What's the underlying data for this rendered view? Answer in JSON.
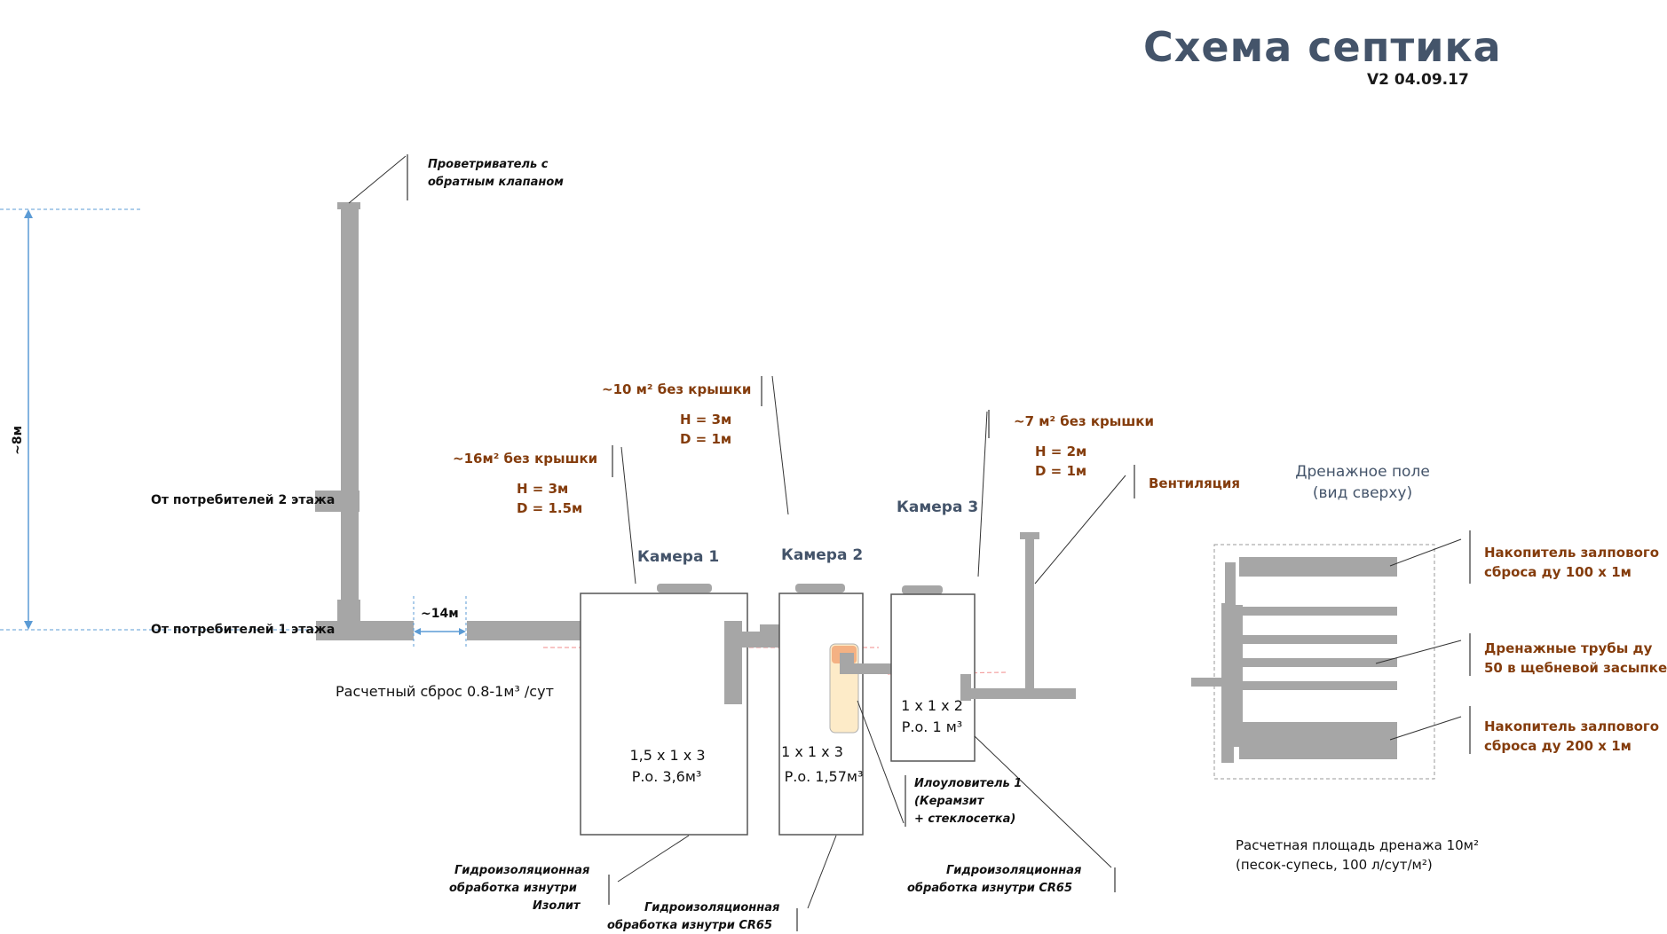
{
  "header": {
    "title": "Схема септика",
    "version": "V2 04.09.17"
  },
  "vent_riser": {
    "label_line1": "Проветриватель с",
    "label_line2": "обратным клапаном",
    "height_label": "~8м"
  },
  "inlets": {
    "floor2": "От потребителей 2 этажа",
    "floor1": "От потребителей 1 этажа",
    "pipe_length": "~14м",
    "flow_rate": "Расчетный сброс 0.8-1м³ /сут"
  },
  "chambers": [
    {
      "name": "Камера 1",
      "area_note": "~16м² без крышки",
      "h": "H = 3м",
      "d": "D = 1.5м",
      "dims": "1,5 x 1 x 3",
      "volume": "Р.о. 3,6м³",
      "coating_line1": "Гидроизоляционная",
      "coating_line2": "обработка изнутри",
      "coating_line3": "Изолит"
    },
    {
      "name": "Камера 2",
      "area_note": "~10 м² без крышки",
      "h": "H = 3м",
      "d": "D = 1м",
      "dims": "1 x 1 x 3",
      "volume": "Р.о. 1,57м³",
      "coating_line1": "Гидроизоляционная",
      "coating_line2": "обработка изнутри CR65",
      "sludge_line1": "Илоуловитель 1",
      "sludge_line2": "(Керамзит",
      "sludge_line3": "+ стеклосетка)"
    },
    {
      "name": "Камера 3",
      "area_note": "~7 м² без крышки",
      "h": "H = 2м",
      "d": "D = 1м",
      "dims": "1 x 1 x 2",
      "volume": "Р.о. 1 м³",
      "coating_line1": "Гидроизоляционная",
      "coating_line2": "обработка изнутри CR65",
      "ventilation": "Вентиляция"
    }
  ],
  "drain_field": {
    "title_line1": "Дренажное поле",
    "title_line2": "(вид сверху)",
    "top_store_line1": "Накопитель залпового",
    "top_store_line2": "сброса ду 100 х 1м",
    "pipes_line1": "Дренажные трубы ду",
    "pipes_line2": "50 в щебневой засыпке",
    "bottom_store_line1": "Накопитель залпового",
    "bottom_store_line2": "сброса ду 200 х 1м",
    "area_line1": "Расчетная площадь дренажа 10м²",
    "area_line2": "(песок-супесь, 100 л/сут/м²)"
  },
  "colors": {
    "pipe": "#a6a6a6",
    "title": "#44546a",
    "note": "#843c0c",
    "dim_line": "#5b9bd5",
    "water_line": "#f4a0a0",
    "filter_fill": "#fdebc8",
    "filter_top": "#f4b183"
  }
}
